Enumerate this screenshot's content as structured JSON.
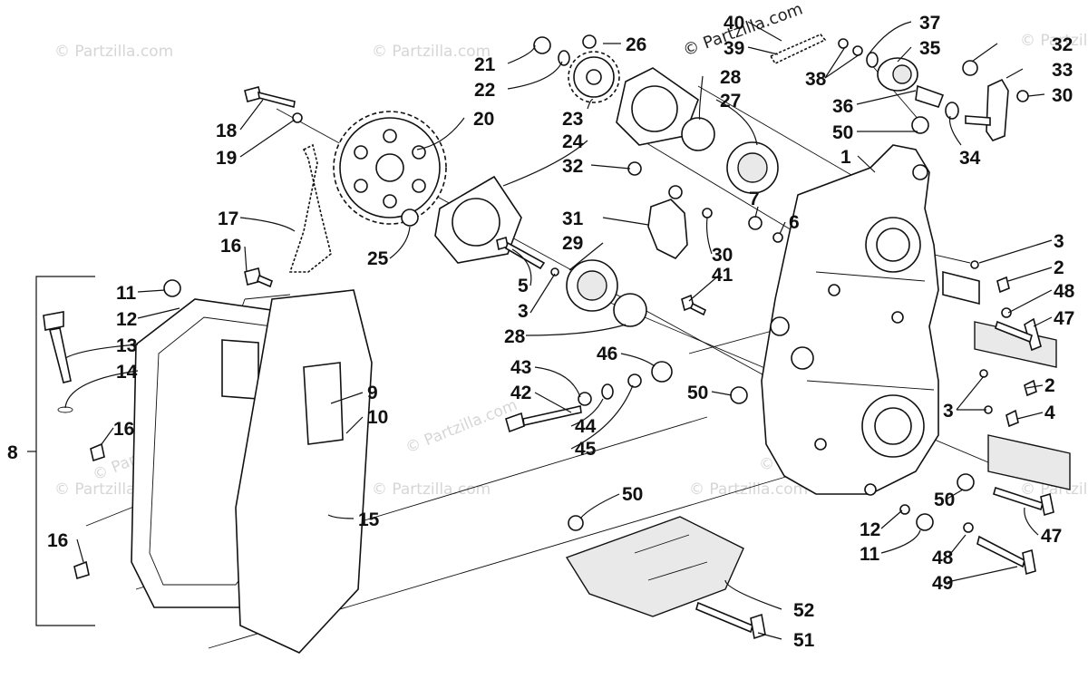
{
  "watermark": {
    "top_notice": "© Partzilla.com",
    "faint_text": "© Partzilla.com"
  },
  "callouts": {
    "c40": "40",
    "c39": "39",
    "c37": "37",
    "c35": "35",
    "c38": "38",
    "c26": "26",
    "c21": "21",
    "c22": "22",
    "c28a": "28",
    "c27": "27",
    "c36": "36",
    "c50a": "50",
    "c32a": "32",
    "c33": "33",
    "c30a": "30",
    "c34": "34",
    "c18": "18",
    "c19": "19",
    "c20": "20",
    "c23": "23",
    "c24": "24",
    "c1": "1",
    "c32b": "32",
    "c7": "7",
    "c6": "6",
    "c17": "17",
    "c31": "31",
    "c29": "29",
    "c30b": "30",
    "c3a": "3",
    "c2a": "2",
    "c16a": "16",
    "c25": "25",
    "c5": "5",
    "c3b": "3",
    "c41": "41",
    "c48a": "48",
    "c47a": "47",
    "c11a": "11",
    "c12a": "12",
    "c13": "13",
    "c28b": "28",
    "c46": "46",
    "c14": "14",
    "c43": "43",
    "c9": "9",
    "c42": "42",
    "c50b": "50",
    "c3c": "3",
    "c2b": "2",
    "c10": "10",
    "c44": "44",
    "c4": "4",
    "c8": "8",
    "c16b": "16",
    "c45": "45",
    "c50c": "50",
    "c50d": "50",
    "c15": "15",
    "c12b": "12",
    "c47b": "47",
    "c16c": "16",
    "c11b": "11",
    "c48b": "48",
    "c49": "49",
    "c52": "52",
    "c51": "51"
  },
  "colors": {
    "ink": "#111111",
    "watermark": "#d6d6d6",
    "background": "#ffffff"
  }
}
